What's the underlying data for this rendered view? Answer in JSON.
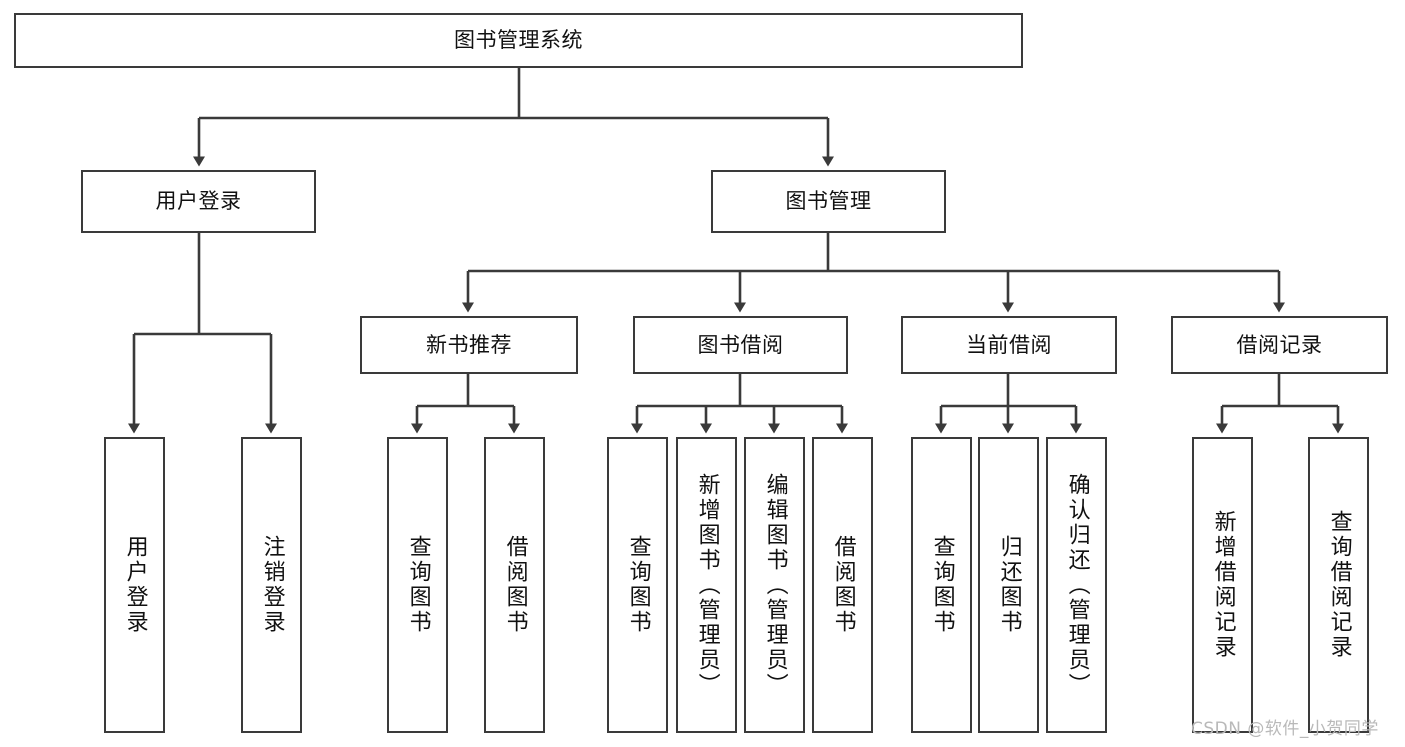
{
  "diagram": {
    "title": "图书管理系统",
    "type": "tree-hierarchy",
    "line_color": "#3a3a3a",
    "box_fill": "#ffffff",
    "text_color": "#111111"
  },
  "nodes": {
    "root": {
      "label": "图书管理系统"
    },
    "level1": [
      {
        "label": "用户登录"
      },
      {
        "label": "图书管理"
      }
    ],
    "level2": [
      {
        "label": "新书推荐"
      },
      {
        "label": "图书借阅"
      },
      {
        "label": "当前借阅"
      },
      {
        "label": "借阅记录"
      }
    ],
    "leaves_login": [
      {
        "label": "用户登录"
      },
      {
        "label": "注销登录"
      }
    ],
    "leaves_newbook": [
      {
        "label": "查询图书"
      },
      {
        "label": "借阅图书"
      }
    ],
    "leaves_borrow": [
      {
        "label": "查询图书"
      },
      {
        "label": "新增图书（管理员）"
      },
      {
        "label": "编辑图书（管理员）"
      },
      {
        "label": "借阅图书"
      }
    ],
    "leaves_current": [
      {
        "label": "查询图书"
      },
      {
        "label": "归还图书"
      },
      {
        "label": "确认归还（管理员）"
      }
    ],
    "leaves_record": [
      {
        "label": "新增借阅记录"
      },
      {
        "label": "查询借阅记录"
      }
    ]
  },
  "watermark": {
    "text": "CSDN @软件_小贺同学"
  },
  "chart_data": {
    "type": "table",
    "title": "图书管理系统 功能结构图",
    "hierarchy": [
      {
        "label": "图书管理系统",
        "children": [
          {
            "label": "用户登录",
            "children": [
              {
                "label": "用户登录"
              },
              {
                "label": "注销登录"
              }
            ]
          },
          {
            "label": "图书管理",
            "children": [
              {
                "label": "新书推荐",
                "children": [
                  {
                    "label": "查询图书"
                  },
                  {
                    "label": "借阅图书"
                  }
                ]
              },
              {
                "label": "图书借阅",
                "children": [
                  {
                    "label": "查询图书"
                  },
                  {
                    "label": "新增图书（管理员）"
                  },
                  {
                    "label": "编辑图书（管理员）"
                  },
                  {
                    "label": "借阅图书"
                  }
                ]
              },
              {
                "label": "当前借阅",
                "children": [
                  {
                    "label": "查询图书"
                  },
                  {
                    "label": "归还图书"
                  },
                  {
                    "label": "确认归还（管理员）"
                  }
                ]
              },
              {
                "label": "借阅记录",
                "children": [
                  {
                    "label": "新增借阅记录"
                  },
                  {
                    "label": "查询借阅记录"
                  }
                ]
              }
            ]
          }
        ]
      }
    ]
  }
}
